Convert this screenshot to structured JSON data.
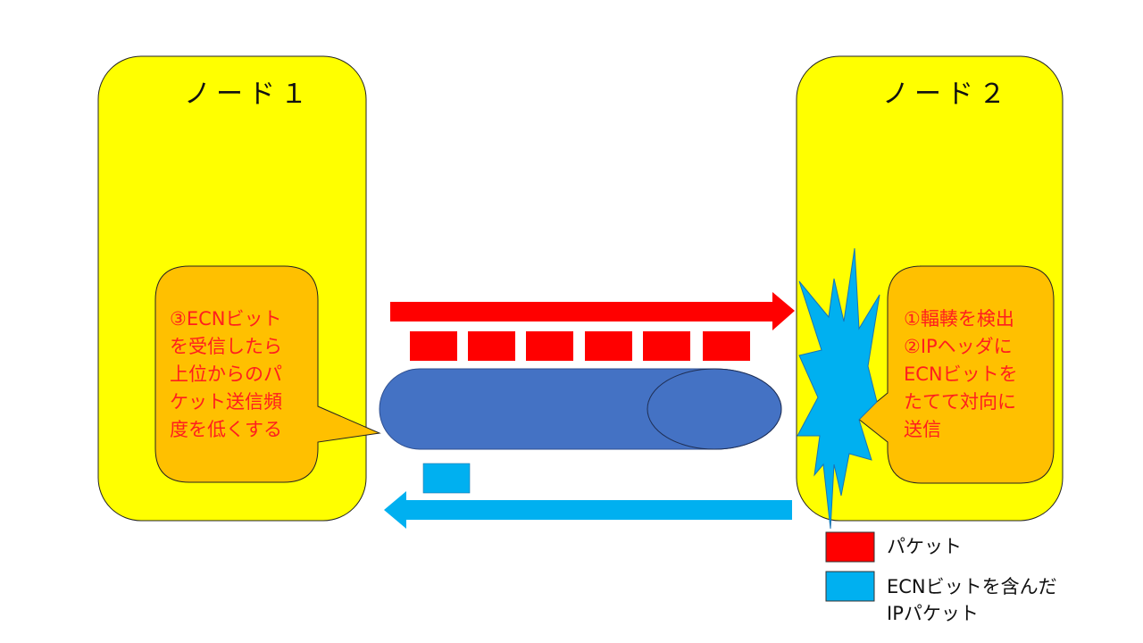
{
  "colors": {
    "node_fill": "#ffff00",
    "callout_fill": "#ffc000",
    "packet": "#ff0000",
    "ecn_packet": "#00b0f0",
    "link": "#4472c4",
    "text_red": "#ff1e1e"
  },
  "node1": {
    "title": "ノード１",
    "callout": "③ECNビット\nを受信したら\n上位からのパ\nケット送信頻\n度を低くする"
  },
  "node2": {
    "title": "ノード２",
    "callout": "①輻輳を検出\n②IPヘッダに\nECNビットを\nたてて対向に\n送信"
  },
  "legend": {
    "packet_label": "パケット",
    "ecn_label": "ECNビットを含んだ\nIPパケット"
  }
}
